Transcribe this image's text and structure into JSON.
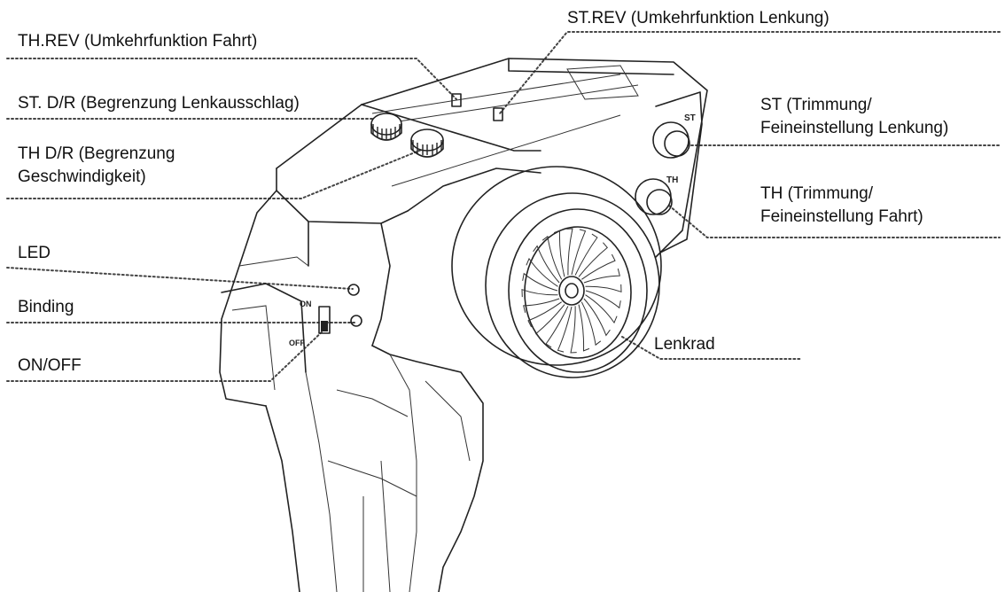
{
  "callouts": {
    "th_rev": "TH.REV (Umkehrfunktion Fahrt)",
    "st_rev": "ST.REV (Umkehrfunktion Lenkung)",
    "st_dr": "ST. D/R (Begrenzung Lenkausschlag)",
    "th_dr_line1": "TH D/R (Begrenzung",
    "th_dr_line2": "Geschwindigkeit)",
    "led": "LED",
    "binding": "Binding",
    "on_off": "ON/OFF",
    "st_trim_line1": "ST (Trimmung/",
    "st_trim_line2": "Feineinstellung Lenkung)",
    "th_trim_line1": "TH (Trimmung/",
    "th_trim_line2": "Feineinstellung Fahrt)",
    "lenkrad": "Lenkrad"
  },
  "device_markings": {
    "switch_on": "ON",
    "switch_off": "OFF",
    "knob_st": "ST",
    "knob_th": "TH"
  }
}
